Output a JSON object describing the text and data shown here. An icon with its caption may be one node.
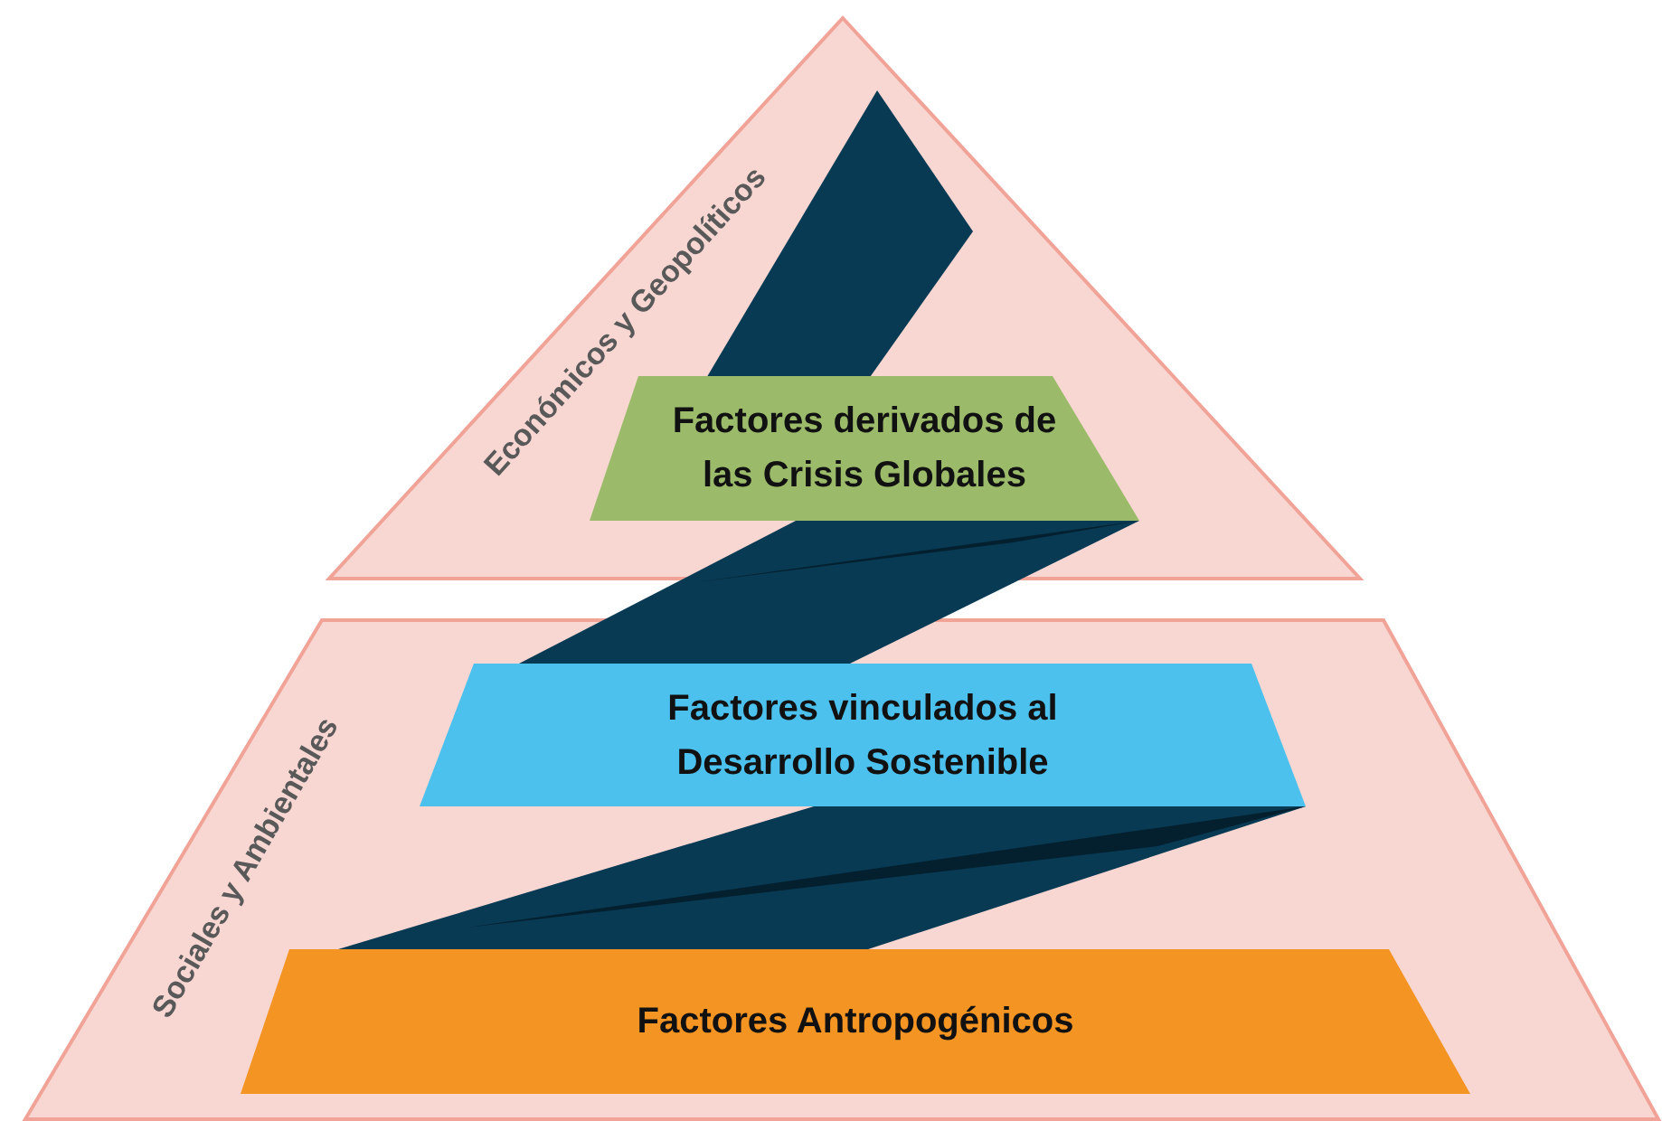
{
  "diagram": {
    "nodes": [
      {
        "text": [
          "Económicos y Geopolíticos"
        ]
      },
      {
        "text": [
          "Factores derivados de las Crisis Globales"
        ],
        "in": 0
      },
      {
        "text": [
          "Sociales y Ambientales"
        ]
      },
      {
        "text": [
          "Factores vinculados al Desarrollo Sostenible"
        ],
        "in": 2
      },
      {
        "text": [
          "Factores Antropogénicos"
        ],
        "in": 2
      }
    ]
  }
}
